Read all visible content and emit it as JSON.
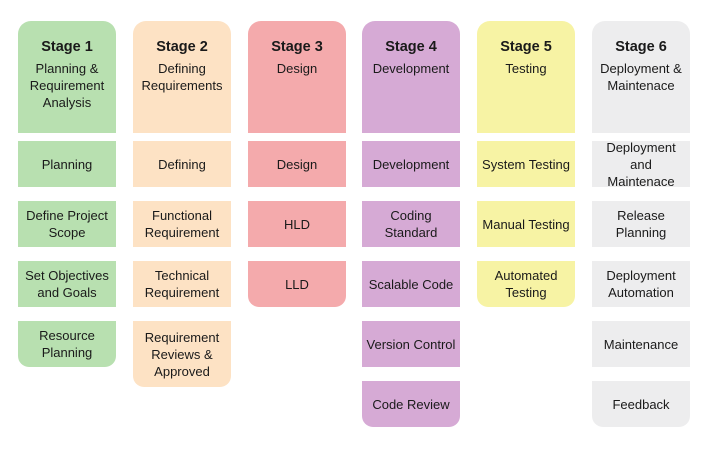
{
  "stages": [
    {
      "number": "Stage 1",
      "title": "Planning & Requirement Analysis",
      "color": "#b8e0b0",
      "items": [
        "Planning",
        "Define Project Scope",
        "Set Objectives and Goals",
        "Resource Planning"
      ]
    },
    {
      "number": "Stage 2",
      "title": "Defining Requirements",
      "color": "#fde2c4",
      "items": [
        "Defining",
        "Functional Requirement",
        "Technical Requirement",
        "Requirement Reviews & Approved"
      ]
    },
    {
      "number": "Stage 3",
      "title": "Design",
      "color": "#f4aaac",
      "items": [
        "Design",
        "HLD",
        "LLD"
      ]
    },
    {
      "number": "Stage 4",
      "title": "Development",
      "color": "#d6aad5",
      "items": [
        "Development",
        "Coding Standard",
        "Scalable Code",
        "Version Control",
        "Code Review"
      ]
    },
    {
      "number": "Stage 5",
      "title": "Testing",
      "color": "#f7f3a4",
      "items": [
        "System Testing",
        "Manual Testing",
        "Automated Testing"
      ]
    },
    {
      "number": "Stage 6",
      "title": "Deployment & Maintenace",
      "color": "#ededee",
      "items": [
        "Deployment and Maintenace",
        "Release Planning",
        "Deployment Automation",
        "Maintenance",
        "Feedback"
      ]
    }
  ]
}
